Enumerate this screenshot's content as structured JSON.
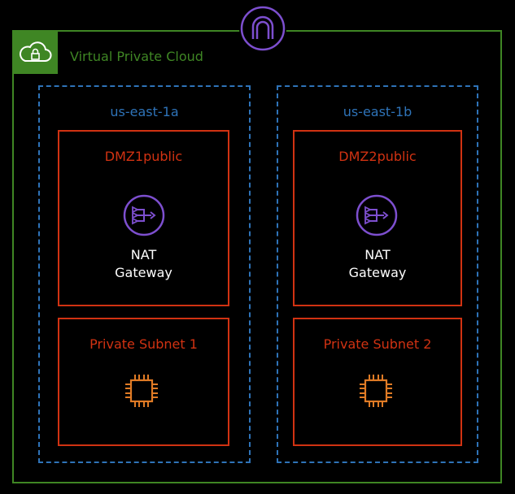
{
  "vpc": {
    "label": "Virtual Private Cloud",
    "icon": "cloud-lock-icon",
    "color": "#3f8624"
  },
  "internet_gateway": {
    "icon": "internet-gateway-icon",
    "color": "#7d4fcf"
  },
  "zones": [
    {
      "label": "us-east-1a",
      "public_subnet": {
        "label": "DMZ1public",
        "node": {
          "line1": "NAT",
          "line2": "Gateway",
          "icon": "nat-gateway-icon"
        }
      },
      "private_subnet": {
        "label": "Private Subnet 1",
        "icon": "ec2-chip-icon"
      }
    },
    {
      "label": "us-east-1b",
      "public_subnet": {
        "label": "DMZ2public",
        "node": {
          "line1": "NAT",
          "line2": "Gateway",
          "icon": "nat-gateway-icon"
        }
      },
      "private_subnet": {
        "label": "Private Subnet 2",
        "icon": "ec2-chip-icon"
      }
    }
  ],
  "colors": {
    "az": "#2e73b8",
    "subnet": "#d13212",
    "nat": "#7d4fcf",
    "instance": "#e07b25"
  }
}
